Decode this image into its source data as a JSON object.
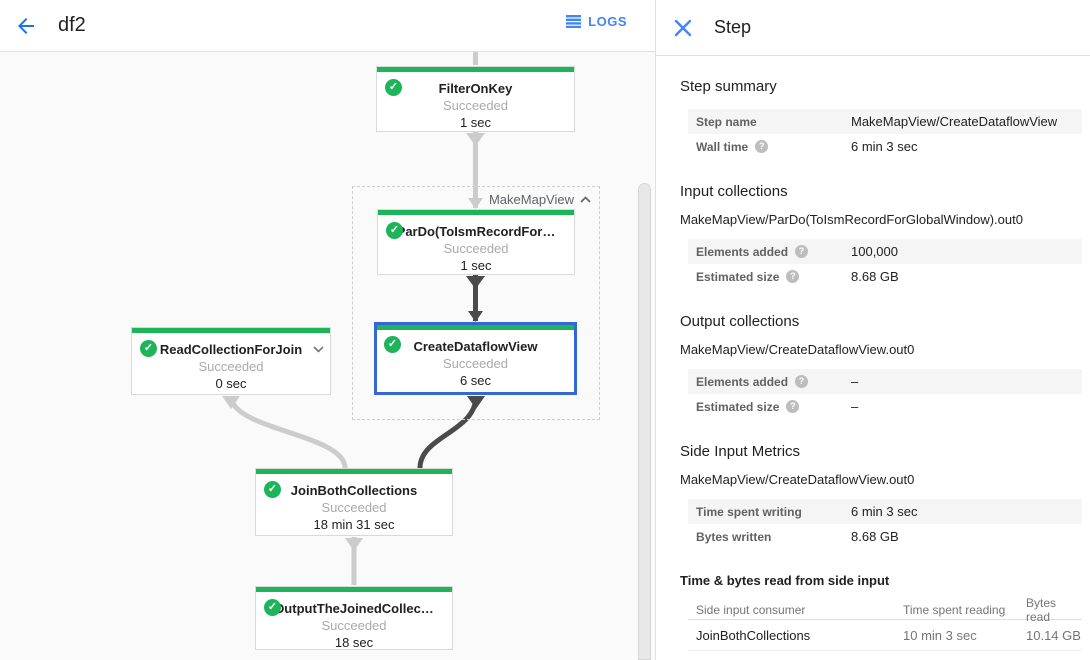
{
  "colors": {
    "accent_blue": "#4285f4",
    "header_blue": "#1a73e8",
    "selected_border_blue": "#3367d6",
    "success_green": "#1db45a",
    "edge_dark": "#4a4a4a",
    "edge_light": "#cccccc",
    "row_shade": "#f5f5f5"
  },
  "header": {
    "title": "df2",
    "logs_label": "LOGS"
  },
  "graph": {
    "group_label": "MakeMapView",
    "nodes": [
      {
        "title": "FilterOnKey",
        "status": "Succeeded",
        "time": "1 sec"
      },
      {
        "title": "ParDo(ToIsmRecordFor…",
        "status": "Succeeded",
        "time": "1 sec"
      },
      {
        "title": "CreateDataflowView",
        "status": "Succeeded",
        "time": "6 sec"
      },
      {
        "title": "ReadCollectionForJoin",
        "status": "Succeeded",
        "time": "0 sec"
      },
      {
        "title": "JoinBothCollections",
        "status": "Succeeded",
        "time": "18 min 31 sec"
      },
      {
        "title": "OutputTheJoinedCollec…",
        "status": "Succeeded",
        "time": "18 sec"
      }
    ]
  },
  "panel": {
    "title": "Step",
    "summary": {
      "heading": "Step summary",
      "rows": [
        {
          "label": "Step name",
          "value": "MakeMapView/CreateDataflowView"
        },
        {
          "label": "Wall time",
          "value": "6 min 3 sec"
        }
      ]
    },
    "input": {
      "heading": "Input collections",
      "collection": "MakeMapView/ParDo(ToIsmRecordForGlobalWindow).out0",
      "rows": [
        {
          "label": "Elements added",
          "value": "100,000"
        },
        {
          "label": "Estimated size",
          "value": "8.68 GB"
        }
      ]
    },
    "output": {
      "heading": "Output collections",
      "collection": "MakeMapView/CreateDataflowView.out0",
      "rows": [
        {
          "label": "Elements added",
          "value": "–"
        },
        {
          "label": "Estimated size",
          "value": "–"
        }
      ]
    },
    "side_input": {
      "heading": "Side Input Metrics",
      "collection": "MakeMapView/CreateDataflowView.out0",
      "rows": [
        {
          "label": "Time spent writing",
          "value": "6 min 3 sec"
        },
        {
          "label": "Bytes written",
          "value": "8.68 GB"
        }
      ]
    },
    "side_table": {
      "heading": "Time & bytes read from side input",
      "columns": [
        "Side input consumer",
        "Time spent reading",
        "Bytes read"
      ],
      "row": [
        "JoinBothCollections",
        "10 min 3 sec",
        "10.14 GB"
      ]
    }
  }
}
